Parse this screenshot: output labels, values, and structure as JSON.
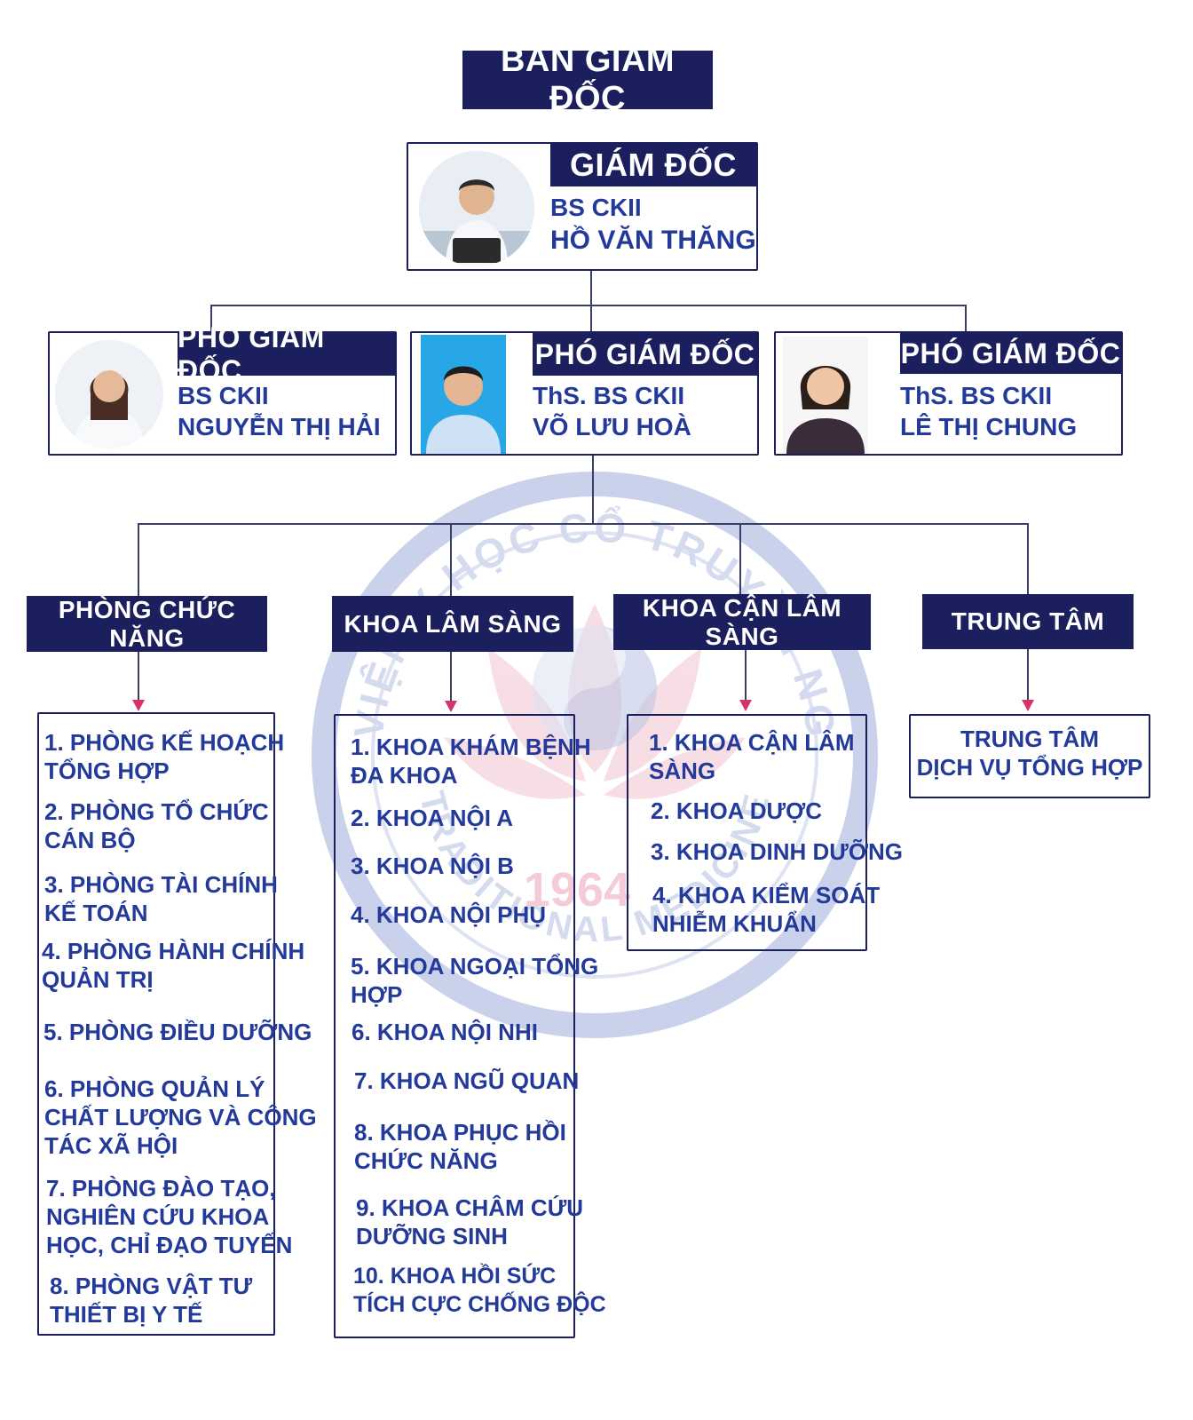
{
  "board": {
    "title": "BAN GIÁM ĐỐC"
  },
  "director": {
    "role": "GIÁM ĐỐC",
    "degree": "BS CKII",
    "name": "HỒ VĂN THĂNG"
  },
  "deputies": [
    {
      "role": "PHÓ GIÁM ĐỐC",
      "degree": "BS CKII",
      "name": "NGUYỄN THỊ HẢI"
    },
    {
      "role": "PHÓ GIÁM ĐỐC",
      "degree": "ThS. BS CKII",
      "name": "VÕ LƯU HOÀ"
    },
    {
      "role": "PHÓ GIÁM ĐỐC",
      "degree": "ThS. BS CKII",
      "name": "LÊ THỊ CHUNG"
    }
  ],
  "watermark": {
    "arc_text": "BỆNH VIỆN Y HỌC CỔ TRUYỀN NGHỆ AN",
    "year_text": "1964",
    "bottom_text": "TRADITIONAL MEDICINE"
  },
  "divisions": [
    {
      "title": "PHÒNG CHỨC NĂNG",
      "items": [
        "1. PHÒNG KẾ HOẠCH\nTỔNG HỢP",
        "2. PHÒNG TỔ CHỨC\nCÁN BỘ",
        "3. PHÒNG TÀI CHÍNH\nKẾ TOÁN",
        "4. PHÒNG HÀNH CHÍNH\nQUẢN TRỊ",
        "5. PHÒNG ĐIỀU DƯỠNG",
        "6. PHÒNG QUẢN LÝ\nCHẤT LƯỢNG VÀ CÔNG\nTÁC XÃ HỘI",
        "7. PHÒNG ĐÀO TẠO,\nNGHIÊN CỨU KHOA\nHỌC, CHỈ ĐẠO TUYẾN",
        "8. PHÒNG VẬT TƯ\nTHIẾT BỊ Y TẾ"
      ]
    },
    {
      "title": "KHOA LÂM SÀNG",
      "items": [
        "1. KHOA KHÁM BỆNH\nĐA KHOA",
        "2. KHOA NỘI A",
        "3. KHOA NỘI B",
        "4. KHOA NỘI PHỤ",
        "5. KHOA NGOẠI TỔNG\nHỢP",
        "6. KHOA NỘI NHI",
        "7. KHOA NGŨ QUAN",
        "8. KHOA PHỤC HỒI\nCHỨC NĂNG",
        "9. KHOA CHÂM CỨU\nDƯỠNG SINH",
        "10. KHOA HỒI SỨC\nTÍCH CỰC CHỐNG ĐỘC"
      ]
    },
    {
      "title": "KHOA CẬN LÂM SÀNG",
      "items": [
        "1. KHOA CẬN LÂM\nSÀNG",
        "2. KHOA DƯỢC",
        "3. KHOA DINH DƯỠNG",
        "4. KHOA KIỂM SOÁT\nNHIỄM KHUẨN"
      ]
    },
    {
      "title": "TRUNG TÂM",
      "items": [
        "TRUNG TÂM\nDỊCH VỤ TỔNG HỢP"
      ]
    }
  ],
  "colors": {
    "header_bg": "#1c1f5e",
    "text_blue": "#233a9a",
    "arrow": "#d6336c"
  }
}
